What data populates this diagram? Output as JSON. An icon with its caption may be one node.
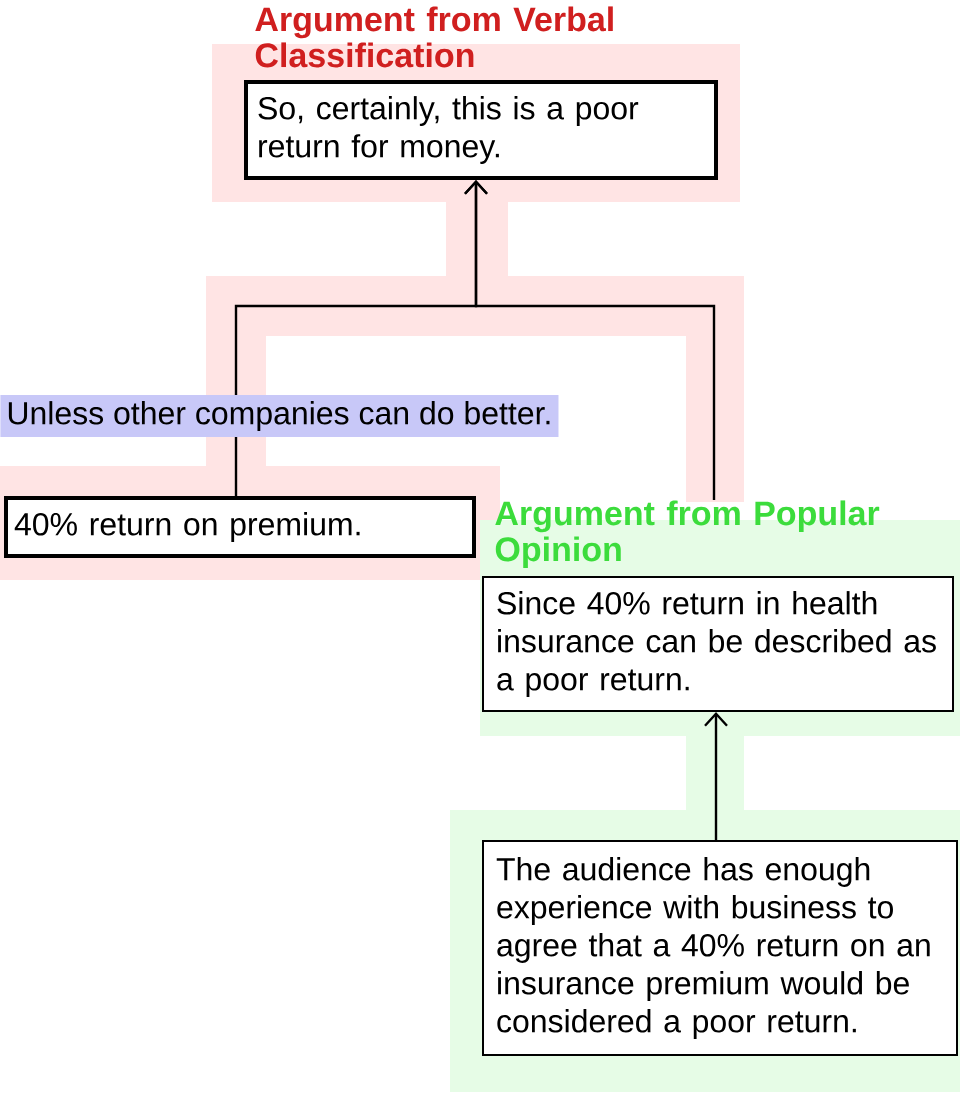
{
  "diagram": {
    "nodes": [
      {
        "text": [
          "Argument from Verbal Classification"
        ]
      },
      {
        "text": [
          "So, certainly, this is a poor return for money."
        ],
        "in": 0
      },
      {
        "text": [
          "40% return on premium."
        ],
        "in": 0
      },
      {
        "text": [
          "Argument from Popular Opinion"
        ]
      },
      {
        "text": [
          "Since 40% return in health insurance can be described as a poor return."
        ],
        "in": 3
      },
      {
        "text": [
          "The audience has enough experience with business to agree that a 40% return on an insurance premium would be considered a poor return."
        ],
        "in": 3
      }
    ],
    "edges": [
      {
        "from": 2,
        "to": 1,
        "arrow": "to",
        "label": "Unless other companies can do better."
      },
      {
        "from": 3,
        "to": 1,
        "arrow": "to"
      },
      {
        "from": 5,
        "to": 4,
        "arrow": "to"
      }
    ]
  }
}
